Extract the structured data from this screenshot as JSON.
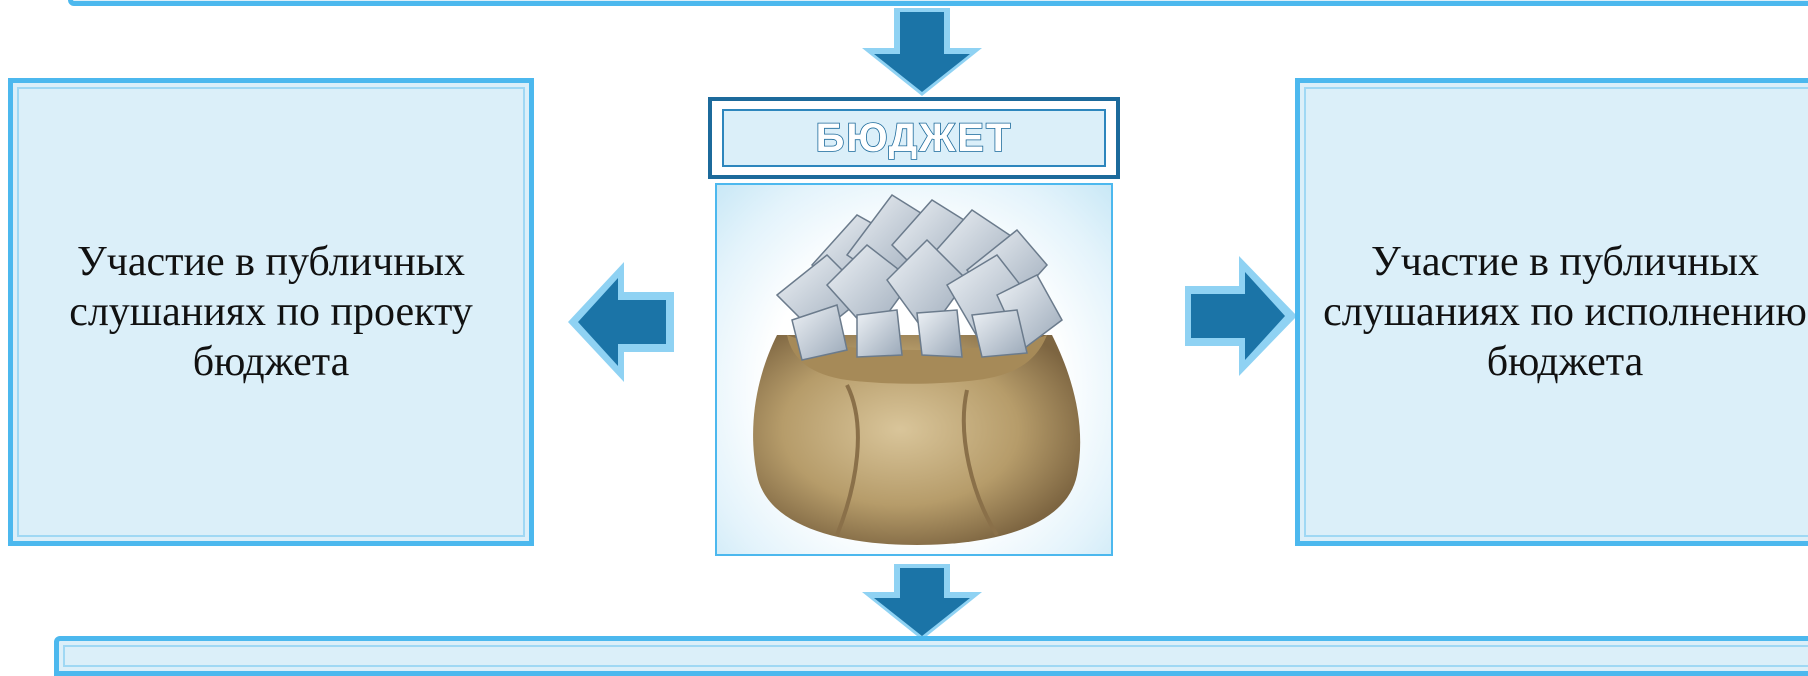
{
  "diagram": {
    "center": {
      "title": "БЮДЖЕТ",
      "image_icon": "money-bag-with-rubles"
    },
    "left_box": {
      "text": "Участие в публичных слушаниях по проекту бюджета"
    },
    "right_box": {
      "text": "Участие в публичных слушаниях по исполнению бюджета"
    },
    "arrows": [
      "arrow-down-icon",
      "arrow-down-icon",
      "arrow-left-icon",
      "arrow-right-icon"
    ],
    "colors": {
      "box_fill": "#dbeff9",
      "box_border": "#4cb8ee",
      "arrow_fill": "#1b74a7",
      "title_stroke": "#1c6a9b"
    }
  }
}
